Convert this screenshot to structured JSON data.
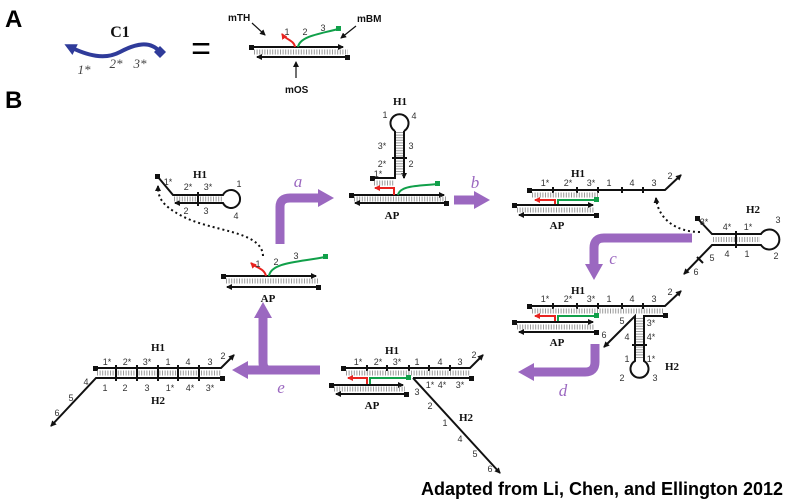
{
  "panel_a": {
    "label": "A",
    "c1": {
      "name": "C1",
      "domains": [
        "1*",
        "2*",
        "3*"
      ]
    },
    "equals": "=",
    "ap_domains": [
      "1",
      "2",
      "3"
    ],
    "callouts": {
      "mTH": "mTH",
      "mBM": "mBM",
      "mOS": "mOS"
    }
  },
  "panel_b": {
    "label": "B",
    "steps": {
      "a": "a",
      "b": "b",
      "c": "c",
      "d": "d",
      "e": "e"
    },
    "states": [
      {
        "names": [
          "AP"
        ],
        "domains": [
          "1",
          "2",
          "3"
        ]
      },
      {
        "names": [
          "H1"
        ],
        "domains": [
          "1*",
          "2*",
          "3*",
          "1",
          "4",
          "2",
          "3"
        ]
      },
      {
        "names": [
          "H1",
          "AP"
        ],
        "domains": [
          "1",
          "4",
          "3*",
          "3",
          "2*",
          "2",
          "1*"
        ]
      },
      {
        "names": [
          "H1",
          "AP"
        ],
        "domains": [
          "1*",
          "2*",
          "3*",
          "1",
          "4",
          "3",
          "2"
        ]
      },
      {
        "names": [
          "H2"
        ],
        "domains": [
          "3*",
          "4*",
          "1*",
          "3",
          "4",
          "1",
          "2",
          "5",
          "6"
        ]
      },
      {
        "names": [
          "H1",
          "AP",
          "H2"
        ],
        "domains": [
          "1*",
          "2*",
          "3*",
          "1",
          "4",
          "3",
          "2",
          "3*",
          "5",
          "6",
          "4",
          "4*",
          "1",
          "1*",
          "2",
          "3"
        ]
      },
      {
        "names": [
          "H1",
          "AP",
          "H2"
        ],
        "domains": [
          "1*",
          "2*",
          "3*",
          "1",
          "4",
          "3",
          "2",
          "3",
          "1*",
          "4*",
          "3*",
          "2",
          "1",
          "4",
          "5",
          "6"
        ]
      },
      {
        "names": [
          "H1",
          "H2"
        ],
        "domains": [
          "1*",
          "2*",
          "3*",
          "1",
          "4",
          "3",
          "2",
          "1",
          "2",
          "3",
          "1*",
          "4*",
          "3*",
          "4",
          "5",
          "6"
        ]
      }
    ]
  },
  "colors": {
    "c1_strand": "#2f3b9a",
    "mTH": "#e8231f",
    "mBM": "#11a04a",
    "reaction_arrow": "#9b68c0",
    "hybridization": "#9a9a9a"
  },
  "credit": "Adapted from Li, Chen, and Ellington 2012"
}
